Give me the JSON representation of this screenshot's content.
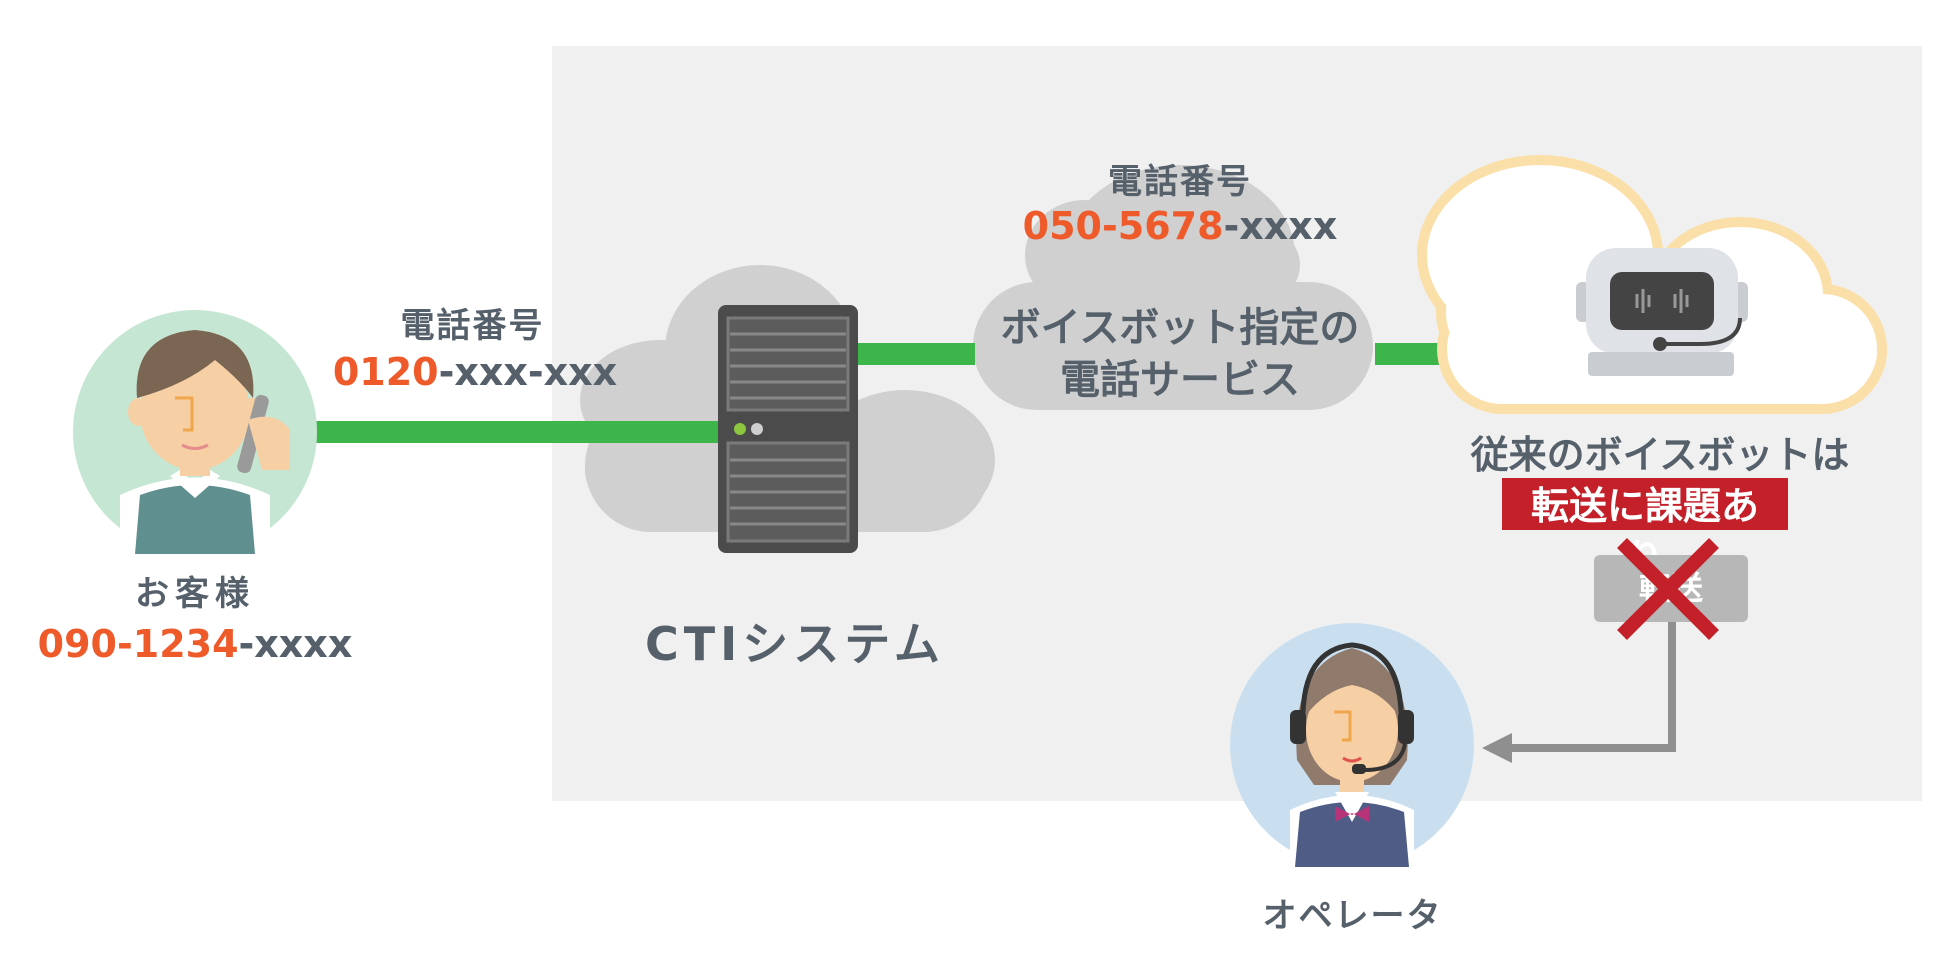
{
  "customer": {
    "label": "お客様",
    "phone_accent": "090-1234",
    "phone_rest": "-xxxx"
  },
  "line_left": {
    "label": "電話番号",
    "phone_accent": "0120",
    "phone_rest": "-xxx-xxx"
  },
  "cti": {
    "label": "CTIシステム"
  },
  "service": {
    "label": "電話番号",
    "phone_accent": "050-5678",
    "phone_rest": "-xxxx",
    "name_line1": "ボイスボット指定の",
    "name_line2": "電話サービス"
  },
  "voicebot": {
    "caption": "従来のボイスボットは",
    "badge": "転送に課題あり"
  },
  "transfer": {
    "label": "転送"
  },
  "operator": {
    "label": "オペレータ"
  },
  "colors": {
    "accent_orange": "#ee5a2a",
    "text_gray": "#55606b",
    "line_green": "#3db54a",
    "badge_red": "#c3202a",
    "cloud_gray": "#d0d0d0",
    "cloud_outline": "#fbdfa9"
  }
}
